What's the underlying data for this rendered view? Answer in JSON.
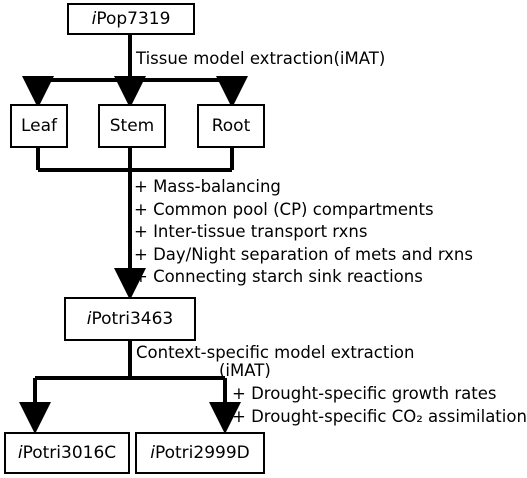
{
  "nodes": {
    "top": {
      "prefix": "i",
      "name": "Pop7319"
    },
    "leaf": {
      "label": "Leaf"
    },
    "stem": {
      "label": "Stem"
    },
    "root": {
      "label": "Root"
    },
    "mid": {
      "prefix": "i",
      "name": "Potri3463"
    },
    "left": {
      "prefix": "i",
      "name": "Potri3016C"
    },
    "right": {
      "prefix": "i",
      "name": "Potri2999D"
    }
  },
  "edges": {
    "tissue_extraction": "Tissue model extraction(iMAT)",
    "context_extraction": "Context-specific model extraction",
    "context_method": "(iMAT)"
  },
  "steps_merge": [
    "+ Mass-balancing",
    "+ Common pool (CP) compartments",
    "+ Inter-tissue transport rxns",
    "+ Day/Night separation of mets and rxns",
    "+ Connecting starch sink reactions"
  ],
  "steps_drought": [
    "+ Drought-specific growth rates",
    "+ Drought-specific CO₂ assimilation"
  ]
}
